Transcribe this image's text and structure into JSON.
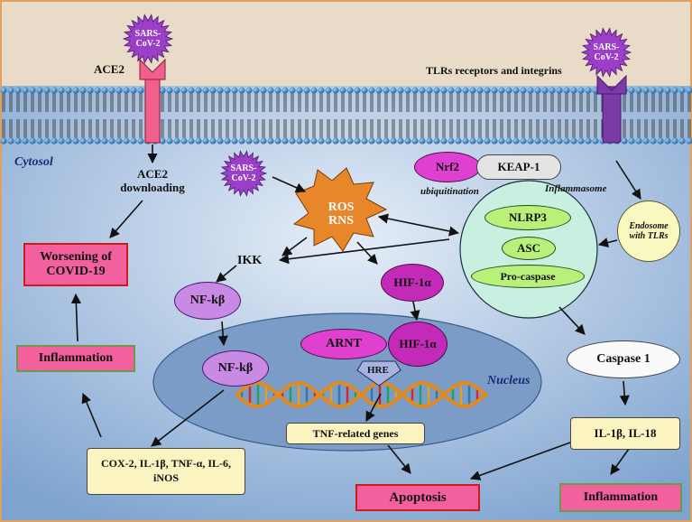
{
  "labels": {
    "ace2": "ACE2",
    "sars_cov2": "SARS-CoV-2",
    "tlrs_receptors": "TLRs receptors and integrins",
    "cytosol": "Cytosol",
    "ace2_downloading": "ACE2 downloading",
    "ros_rns": "ROS RNS",
    "nrf2": "Nrf2",
    "keap1": "KEAP-1",
    "ubiquitination": "ubiquitination",
    "inflammasome": "Inflammasome",
    "nlrp3": "NLRP3",
    "asc": "ASC",
    "pro_caspase": "Pro-caspase",
    "endosome": "Endosome with TLRs",
    "worsening": "Worsening of COVID-19",
    "ikk": "IKK",
    "nfkb_cyto": "NF-kβ",
    "hif1a_cyto": "HIF-1α",
    "inflammation_left": "Inflammation",
    "arnt": "ARNT",
    "hif1a_nuc": "HIF-1α",
    "hre": "HRE",
    "nfkb_nuc": "NF-kβ",
    "nucleus": "Nucleus",
    "caspase1": "Caspase 1",
    "tnf_genes": "TNF-related genes",
    "il1b_il18": "IL-1β, IL-18",
    "cox2_list": "COX-2, IL-1β, TNF-α, IL-6, iNOS",
    "apoptosis": "Apoptosis",
    "inflammation_right": "Inflammation"
  },
  "colors": {
    "extracellular": "#e8dcc8",
    "cytosol": "#b8cde6",
    "membrane_head": "#3a7ebf",
    "nucleus": "#7b9cc6",
    "virus": "#9b3fc6",
    "pink_box": "#f2609e",
    "purple_oval": "#c98ae6",
    "magenta": "#e040d0",
    "ros_star": "#e8862a",
    "inflammasome": "#c8f0e0",
    "nlrp3_fill": "#b8f07a",
    "endosome": "#f8f8c0",
    "yellow_box": "#fbf3c0",
    "hif_dark": "#c42ab8"
  }
}
